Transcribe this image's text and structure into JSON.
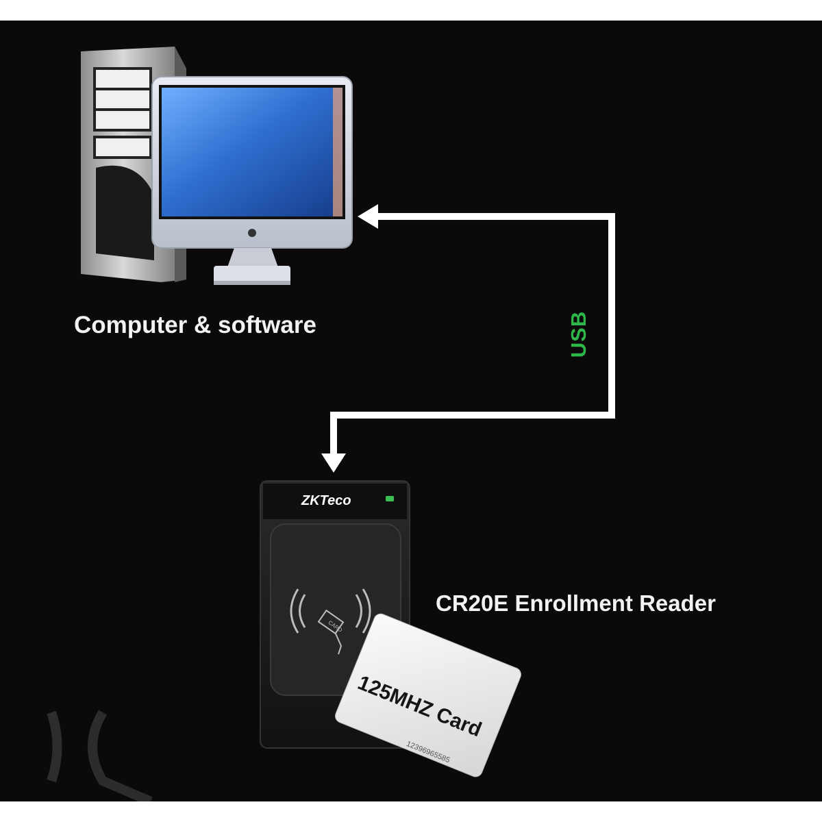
{
  "labels": {
    "computer": "Computer & software",
    "connection": "USB",
    "reader": "CR20E Enrollment Reader",
    "brand": "ZKTeco",
    "card_title": "125MHZ Card",
    "card_number": "12396965585",
    "reader_card_text": "CARD"
  },
  "colors": {
    "background": "#0b0909",
    "text": "#f2f2f2",
    "usb_text": "#2fb84a",
    "arrow": "#ffffff",
    "screen": "#2f6fd0",
    "reader_body": "#1c1c1c",
    "card": "#e9e9e9"
  }
}
